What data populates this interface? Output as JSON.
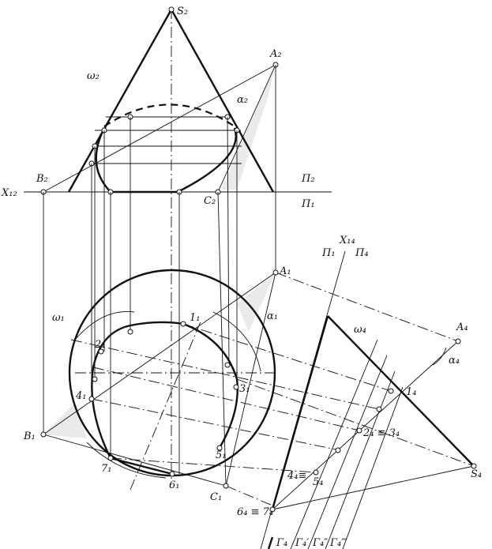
{
  "labels": {
    "S2": "S₂",
    "A2": "A₂",
    "omega2": "ω₂",
    "alpha2": "α₂",
    "X12": "X₁₂",
    "B2": "B₂",
    "C2": "C₂",
    "Pi2_top": "Π₂",
    "Pi1_top": "Π₁",
    "X14": "X₁₄",
    "Pi1_mid": "Π₁",
    "Pi4": "Π₄",
    "A1": "A₁",
    "alpha1": "α₁",
    "omega1": "ω₁",
    "omega4": "ω₄",
    "A4": "A₄",
    "alpha4": "α₄",
    "p1_1": "1₁",
    "p2_1": "2₁",
    "p3_1": "3₁",
    "p4_1": "4₁",
    "p5_1": "5₁",
    "p6_1": "6₁",
    "p7_1": "7₁",
    "B1": "B₁",
    "C1": "C₁",
    "p1_4": "1₄",
    "p23_4": "2₄ ≡ 3₄",
    "p45_4a": "4₄≡",
    "p45_4b": "5₄",
    "p67_4": "6₄ ≡ 7₄",
    "S4": "S₄",
    "G4": "Γ₄",
    "G4p": "Γ₄′",
    "G4pp": "Γ₄″",
    "G4ppp": "Γ₄‴"
  }
}
